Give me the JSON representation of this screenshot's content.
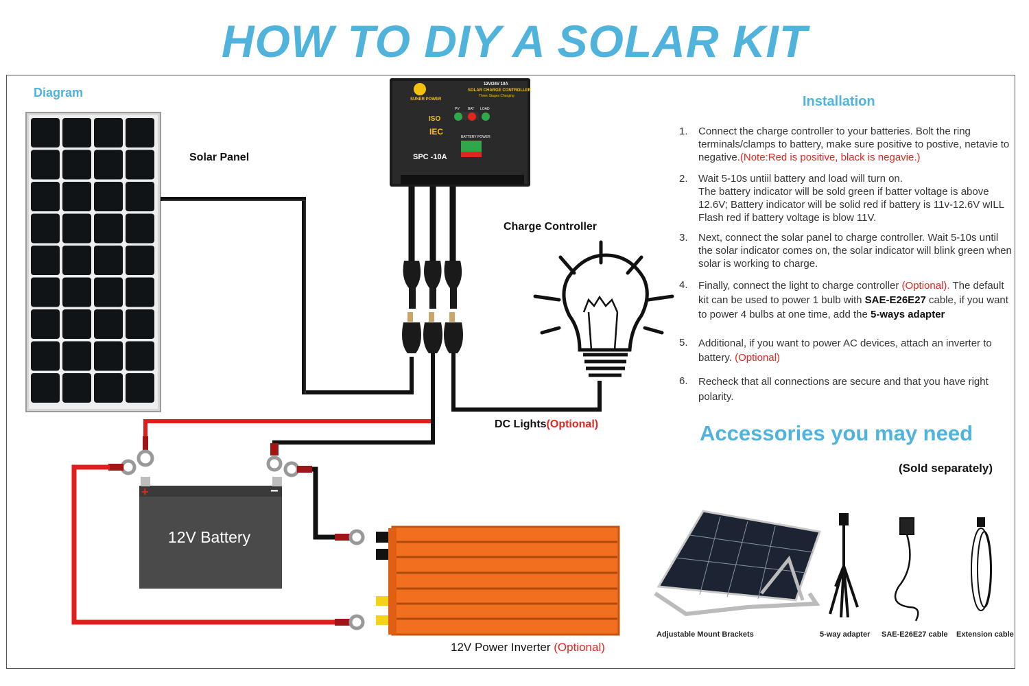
{
  "title": "HOW TO DIY A SOLAR KIT",
  "diagram_label": "Diagram",
  "labels": {
    "solar_panel": "Solar Panel",
    "charge_controller": "Charge Controller",
    "dc_lights": "DC Lights",
    "optional": "(Optional)",
    "battery": "12V Battery",
    "inverter": "12V Power Inverter ",
    "battery_plus": "+",
    "battery_minus": "−"
  },
  "controller": {
    "model_line": "12V/24V 10A",
    "name_line": "SOLAR CHARGE CONTROLLER",
    "stage_line": "Three Stages Charging",
    "brand": "SUNER POWER",
    "model": "SPC -10A",
    "pv": "PV",
    "bat": "BAT",
    "load": "LOAD",
    "iso": "ISO",
    "iec": "IEC",
    "battery_power": "BATTERY POWER"
  },
  "installation": {
    "title": "Installation",
    "steps": [
      {
        "num": "1.",
        "text": "Connect the charge controller to your batteries. Bolt the ring terminals/clamps to battery, make sure positive to postive, netavie to negative.",
        "note": "(Note:Red is positive, black is negavie.)"
      },
      {
        "num": "2.",
        "text": "Wait 5-10s untiil battery and load will turn on.",
        "text2": "The battery indicator will be sold green if batter voltage is above 12.6V; Battery indicator will be solid red if battery is 11v-12.6V wILL Flash red if battery voltage is blow 11V."
      },
      {
        "num": "3.",
        "text": "Next, connect the solar panel to charge controller. Wait 5-10s until the solar indicator comes on, the solar indicator will blink green when solar  is working to charge."
      },
      {
        "num": "4.",
        "text_a": "Finally, connect the light to charge controller ",
        "opt": "(Optional).",
        "text_b": " The default kit can be used to power 1 bulb with ",
        "bold1": "SAE-E26E27",
        "text_c": " cable, if you want to power 4 bulbs at one time, add the ",
        "bold2": "5-ways adapter"
      },
      {
        "num": "5.",
        "text": "Additional, if you want to power AC devices, attach an inverter to battery. ",
        "opt": "(Optional)"
      },
      {
        "num": "6.",
        "text": "Recheck that all connections are secure and that you have right polarity."
      }
    ]
  },
  "accessories": {
    "title": "Accessories you may need",
    "sold": "(Sold separately)",
    "items": [
      "Adjustable Mount Brackets",
      "5-way adapter",
      "SAE-E26E27 cable",
      "Extension cable"
    ]
  }
}
